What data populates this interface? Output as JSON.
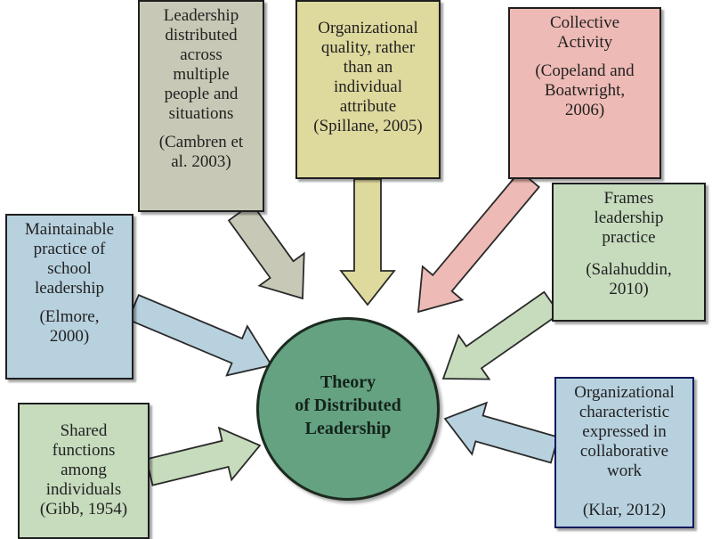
{
  "center": {
    "label": "Theory\nof Distributed\nLeadership",
    "color": "#64a281"
  },
  "boxes": [
    {
      "id": "b1",
      "text": "Leadership\ndistributed\nacross\nmultiple\npeople and\nsituations",
      "citation": "(Cambren et\nal. 2003)",
      "color": "#c8c8b6"
    },
    {
      "id": "b2",
      "text": "Organizational\nquality, rather\nthan an\nindividual\nattribute",
      "citation": "(Spillane, 2005)",
      "color": "#ded99d"
    },
    {
      "id": "b3",
      "text": "Collective\nActivity",
      "citation": "(Copeland and\nBoatwright,\n2006)",
      "color": "#eebab5"
    },
    {
      "id": "b4",
      "text": "Maintainable\npractice of\nschool\nleadership",
      "citation": "(Elmore,\n2000)",
      "color": "#b8d1df"
    },
    {
      "id": "b5",
      "text": "Frames\nleadership\npractice",
      "citation": "(Salahuddin,\n2010)",
      "color": "#c6dcbd"
    },
    {
      "id": "b6",
      "text": "Shared\nfunctions\namong\nindividuals",
      "citation": "(Gibb, 1954)",
      "color": "#c6dcbd"
    },
    {
      "id": "b7",
      "text": "Organizational\ncharacteristic\nexpressed in\ncollaborative\nwork",
      "citation": "(Klar, 2012)",
      "color": "#b8d1df"
    }
  ],
  "arrows": [
    {
      "id": "a1",
      "from": "b1",
      "color": "#c8c8b6"
    },
    {
      "id": "a2",
      "from": "b2",
      "color": "#ded99d"
    },
    {
      "id": "a3",
      "from": "b3",
      "color": "#eebab5"
    },
    {
      "id": "a4",
      "from": "b4",
      "color": "#b8d1df"
    },
    {
      "id": "a5",
      "from": "b5",
      "color": "#c6dcbd"
    },
    {
      "id": "a6",
      "from": "b6",
      "color": "#c6dcbd"
    },
    {
      "id": "a7",
      "from": "b7",
      "color": "#b8d1df"
    }
  ]
}
